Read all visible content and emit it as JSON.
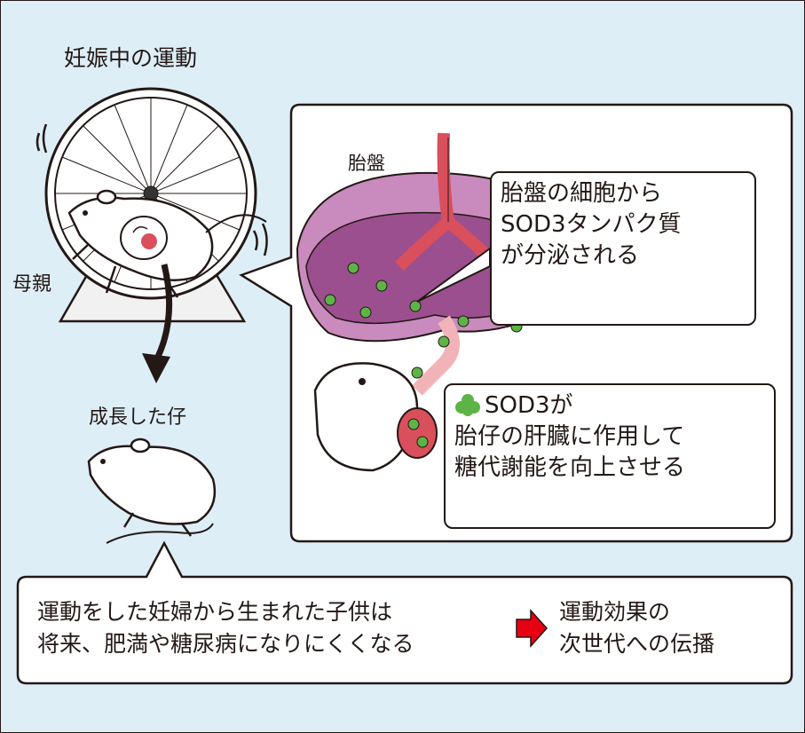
{
  "title": "妊娠中の運動",
  "labels": {
    "mother": "母親",
    "pup": "成長した仔",
    "placenta": "胎盤"
  },
  "callout_secretion": {
    "line1": "胎盤の細胞から",
    "line2": "SOD3タンパク質",
    "line3": "が分泌される"
  },
  "callout_effect": {
    "line1": "SOD3が",
    "line2": "胎仔の肝臓に作用して",
    "line3": "糖代謝能を向上させる"
  },
  "bottom": {
    "left_line1": "運動をした妊婦から生まれた子供は",
    "left_line2": "将来、肥満や糖尿病になりにくくなる",
    "right_line1": "運動効果の",
    "right_line2": "次世代への伝播"
  },
  "colors": {
    "background": "#ddeef7",
    "placenta_purple": "#9b4f8e",
    "sod3_green": "#5db446",
    "blood_red": "#d94f5c",
    "arrow_red": "#e60012"
  }
}
